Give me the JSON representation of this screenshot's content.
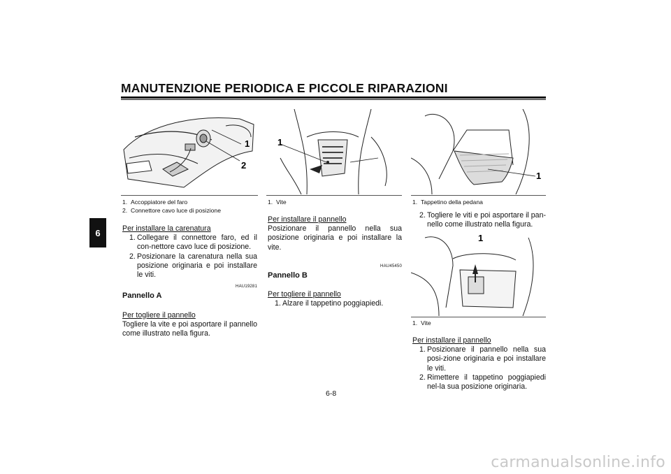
{
  "header": {
    "title": "MANUTENZIONE PERIODICA E PICCOLE RIPARAZIONI"
  },
  "chapter_tab": "6",
  "page_number": "6-8",
  "footer_watermark": "carmanualsonline.info",
  "col1": {
    "figure_callouts": [
      "1",
      "2"
    ],
    "captions": [
      {
        "n": "1.",
        "text": "Accoppiatore del faro"
      },
      {
        "n": "2.",
        "text": "Connettore cavo luce di posizione"
      }
    ],
    "install_heading": "Per installare la carenatura",
    "install_steps": [
      {
        "n": "1.",
        "text": "Collegare il connettore faro, ed il con-nettore cavo luce di posizione."
      },
      {
        "n": "2.",
        "text": "Posizionare la carenatura nella sua posizione originaria e poi installare le viti."
      }
    ],
    "code": "HAU19281",
    "section_title": "Pannello A",
    "remove_heading": "Per togliere il pannello",
    "remove_text": "Togliere la vite e poi asportare il pannello come illustrato nella figura."
  },
  "col2": {
    "figure_callouts": [
      "1"
    ],
    "captions": [
      {
        "n": "1.",
        "text": "Vite"
      }
    ],
    "install_heading": "Per installare il pannello",
    "install_text": "Posizionare il pannello nella sua posizione originaria e poi installare la vite.",
    "code": "HAU45450",
    "section_title": "Pannello B",
    "remove_heading": "Per togliere il pannello",
    "remove_steps": [
      {
        "n": "1.",
        "text": "Alzare il tappetino poggiapiedi."
      }
    ]
  },
  "col3": {
    "figure1_callouts": [
      "1"
    ],
    "captions1": [
      {
        "n": "1.",
        "text": "Tappetino della pedana"
      }
    ],
    "steps_a": [
      {
        "n": "2.",
        "text": "Togliere le viti e poi asportare il pan-nello come illustrato nella figura."
      }
    ],
    "figure2_callouts": [
      "1"
    ],
    "captions2": [
      {
        "n": "1.",
        "text": "Vite"
      }
    ],
    "install_heading": "Per installare il pannello",
    "install_steps": [
      {
        "n": "1.",
        "text": "Posizionare il pannello nella sua posi-zione originaria e poi installare le viti."
      },
      {
        "n": "2.",
        "text": "Rimettere il tappetino poggiapiedi nel-la sua posizione originaria."
      }
    ]
  }
}
